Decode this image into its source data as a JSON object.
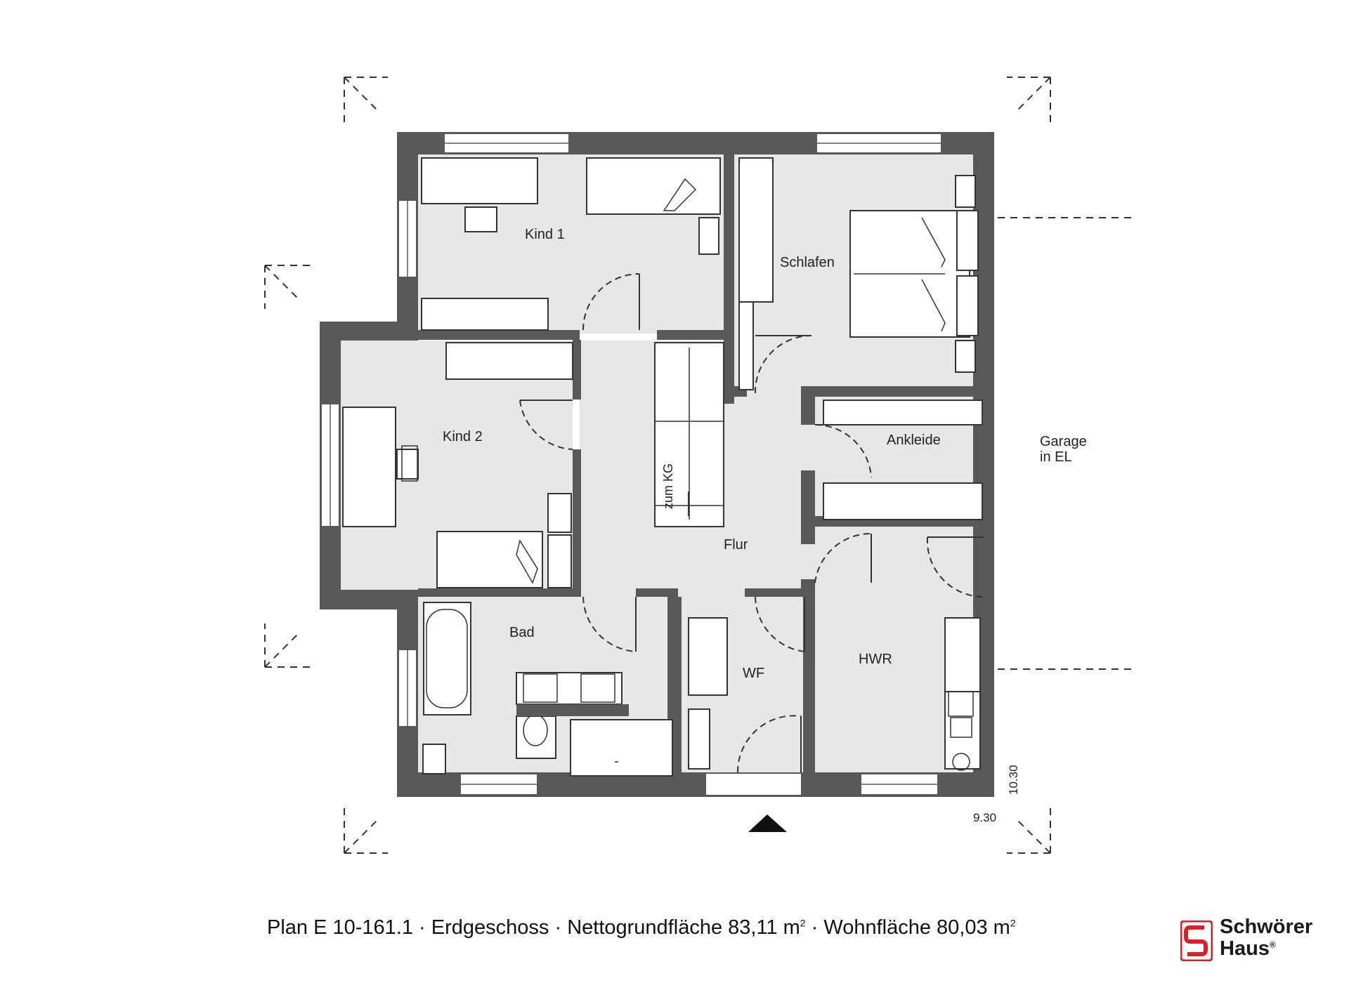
{
  "rooms": {
    "kind1": "Kind 1",
    "kind2": "Kind 2",
    "schlafen": "Schlafen",
    "ankleide": "Ankleide",
    "flur": "Flur",
    "bad": "Bad",
    "wf": "WF",
    "hwr": "HWR"
  },
  "stair_note": "zum KG",
  "garage": {
    "line1": "Garage",
    "line2": "in EL"
  },
  "dimensions": {
    "width": "9.30",
    "depth": "10.30"
  },
  "caption": {
    "plan": "Plan E 10-161.1",
    "separator": " · ",
    "floor": "Erdgeschoss",
    "net_area": "Nettogrundfläche 83,11 m",
    "living_area": "Wohnfläche 80,03 m",
    "superscript": "2"
  },
  "logo": {
    "line1": "Schwörer",
    "line2": "Haus",
    "registered": "®"
  },
  "colors": {
    "wall": "#58595b",
    "floor": "#e6e7e8",
    "brand_red": "#d2232a"
  }
}
